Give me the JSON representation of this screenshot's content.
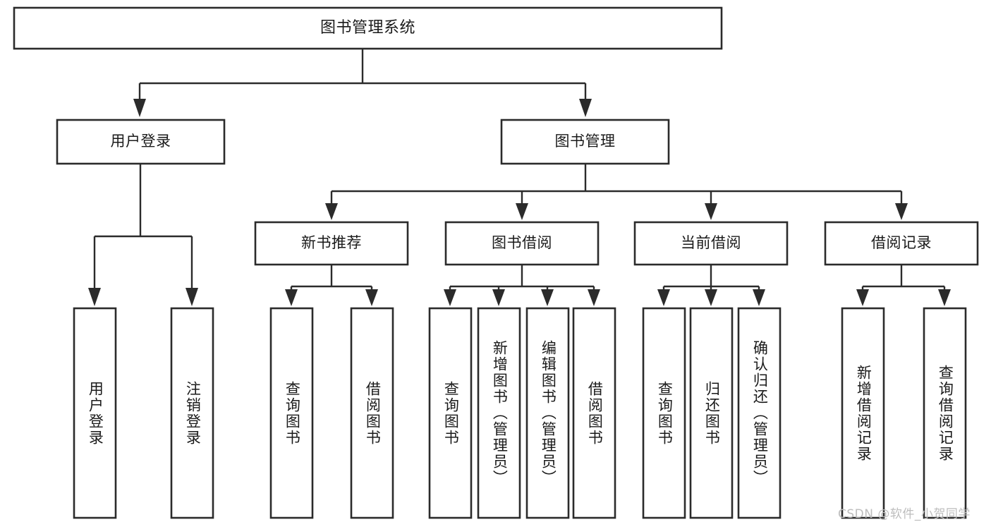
{
  "diagram": {
    "type": "tree",
    "title": "图书管理系统",
    "orientation": "top-down",
    "root": {
      "id": "root",
      "label": "图书管理系统",
      "level": 0
    },
    "level2": [
      {
        "id": "user-login",
        "label": "用户登录"
      },
      {
        "id": "book-manage",
        "label": "图书管理"
      }
    ],
    "level3": [
      {
        "id": "new-book-recommend",
        "label": "新书推荐",
        "parent": "book-manage"
      },
      {
        "id": "book-borrow",
        "label": "图书借阅",
        "parent": "book-manage"
      },
      {
        "id": "current-borrow",
        "label": "当前借阅",
        "parent": "book-manage"
      },
      {
        "id": "borrow-record",
        "label": "借阅记录",
        "parent": "book-manage"
      }
    ],
    "leaves": [
      {
        "id": "leaf-user-login",
        "label": "用户登录",
        "parent": "user-login"
      },
      {
        "id": "leaf-user-logout",
        "label": "注销登录",
        "parent": "user-login"
      },
      {
        "id": "leaf-query-book-1",
        "label": "查询图书",
        "parent": "new-book-recommend"
      },
      {
        "id": "leaf-borrow-book-1",
        "label": "借阅图书",
        "parent": "new-book-recommend"
      },
      {
        "id": "leaf-query-book-2",
        "label": "查询图书",
        "parent": "book-borrow"
      },
      {
        "id": "leaf-add-book",
        "label": "新增图书（管理员）",
        "parent": "book-borrow"
      },
      {
        "id": "leaf-edit-book",
        "label": "编辑图书（管理员）",
        "parent": "book-borrow"
      },
      {
        "id": "leaf-borrow-book-2",
        "label": "借阅图书",
        "parent": "book-borrow"
      },
      {
        "id": "leaf-query-book-3",
        "label": "查询图书",
        "parent": "current-borrow"
      },
      {
        "id": "leaf-return-book",
        "label": "归还图书",
        "parent": "current-borrow"
      },
      {
        "id": "leaf-confirm-return",
        "label": "确认归还（管理员）",
        "parent": "current-borrow"
      },
      {
        "id": "leaf-add-record",
        "label": "新增借阅记录",
        "parent": "borrow-record"
      },
      {
        "id": "leaf-query-record",
        "label": "查询借阅记录",
        "parent": "borrow-record"
      }
    ]
  },
  "watermark": {
    "text": "CSDN @软件_小贺同学"
  },
  "colors": {
    "stroke": "#2b2b2b",
    "fill": "#ffffff",
    "text": "#1a1a1a",
    "watermark": "#bdbdbd"
  }
}
